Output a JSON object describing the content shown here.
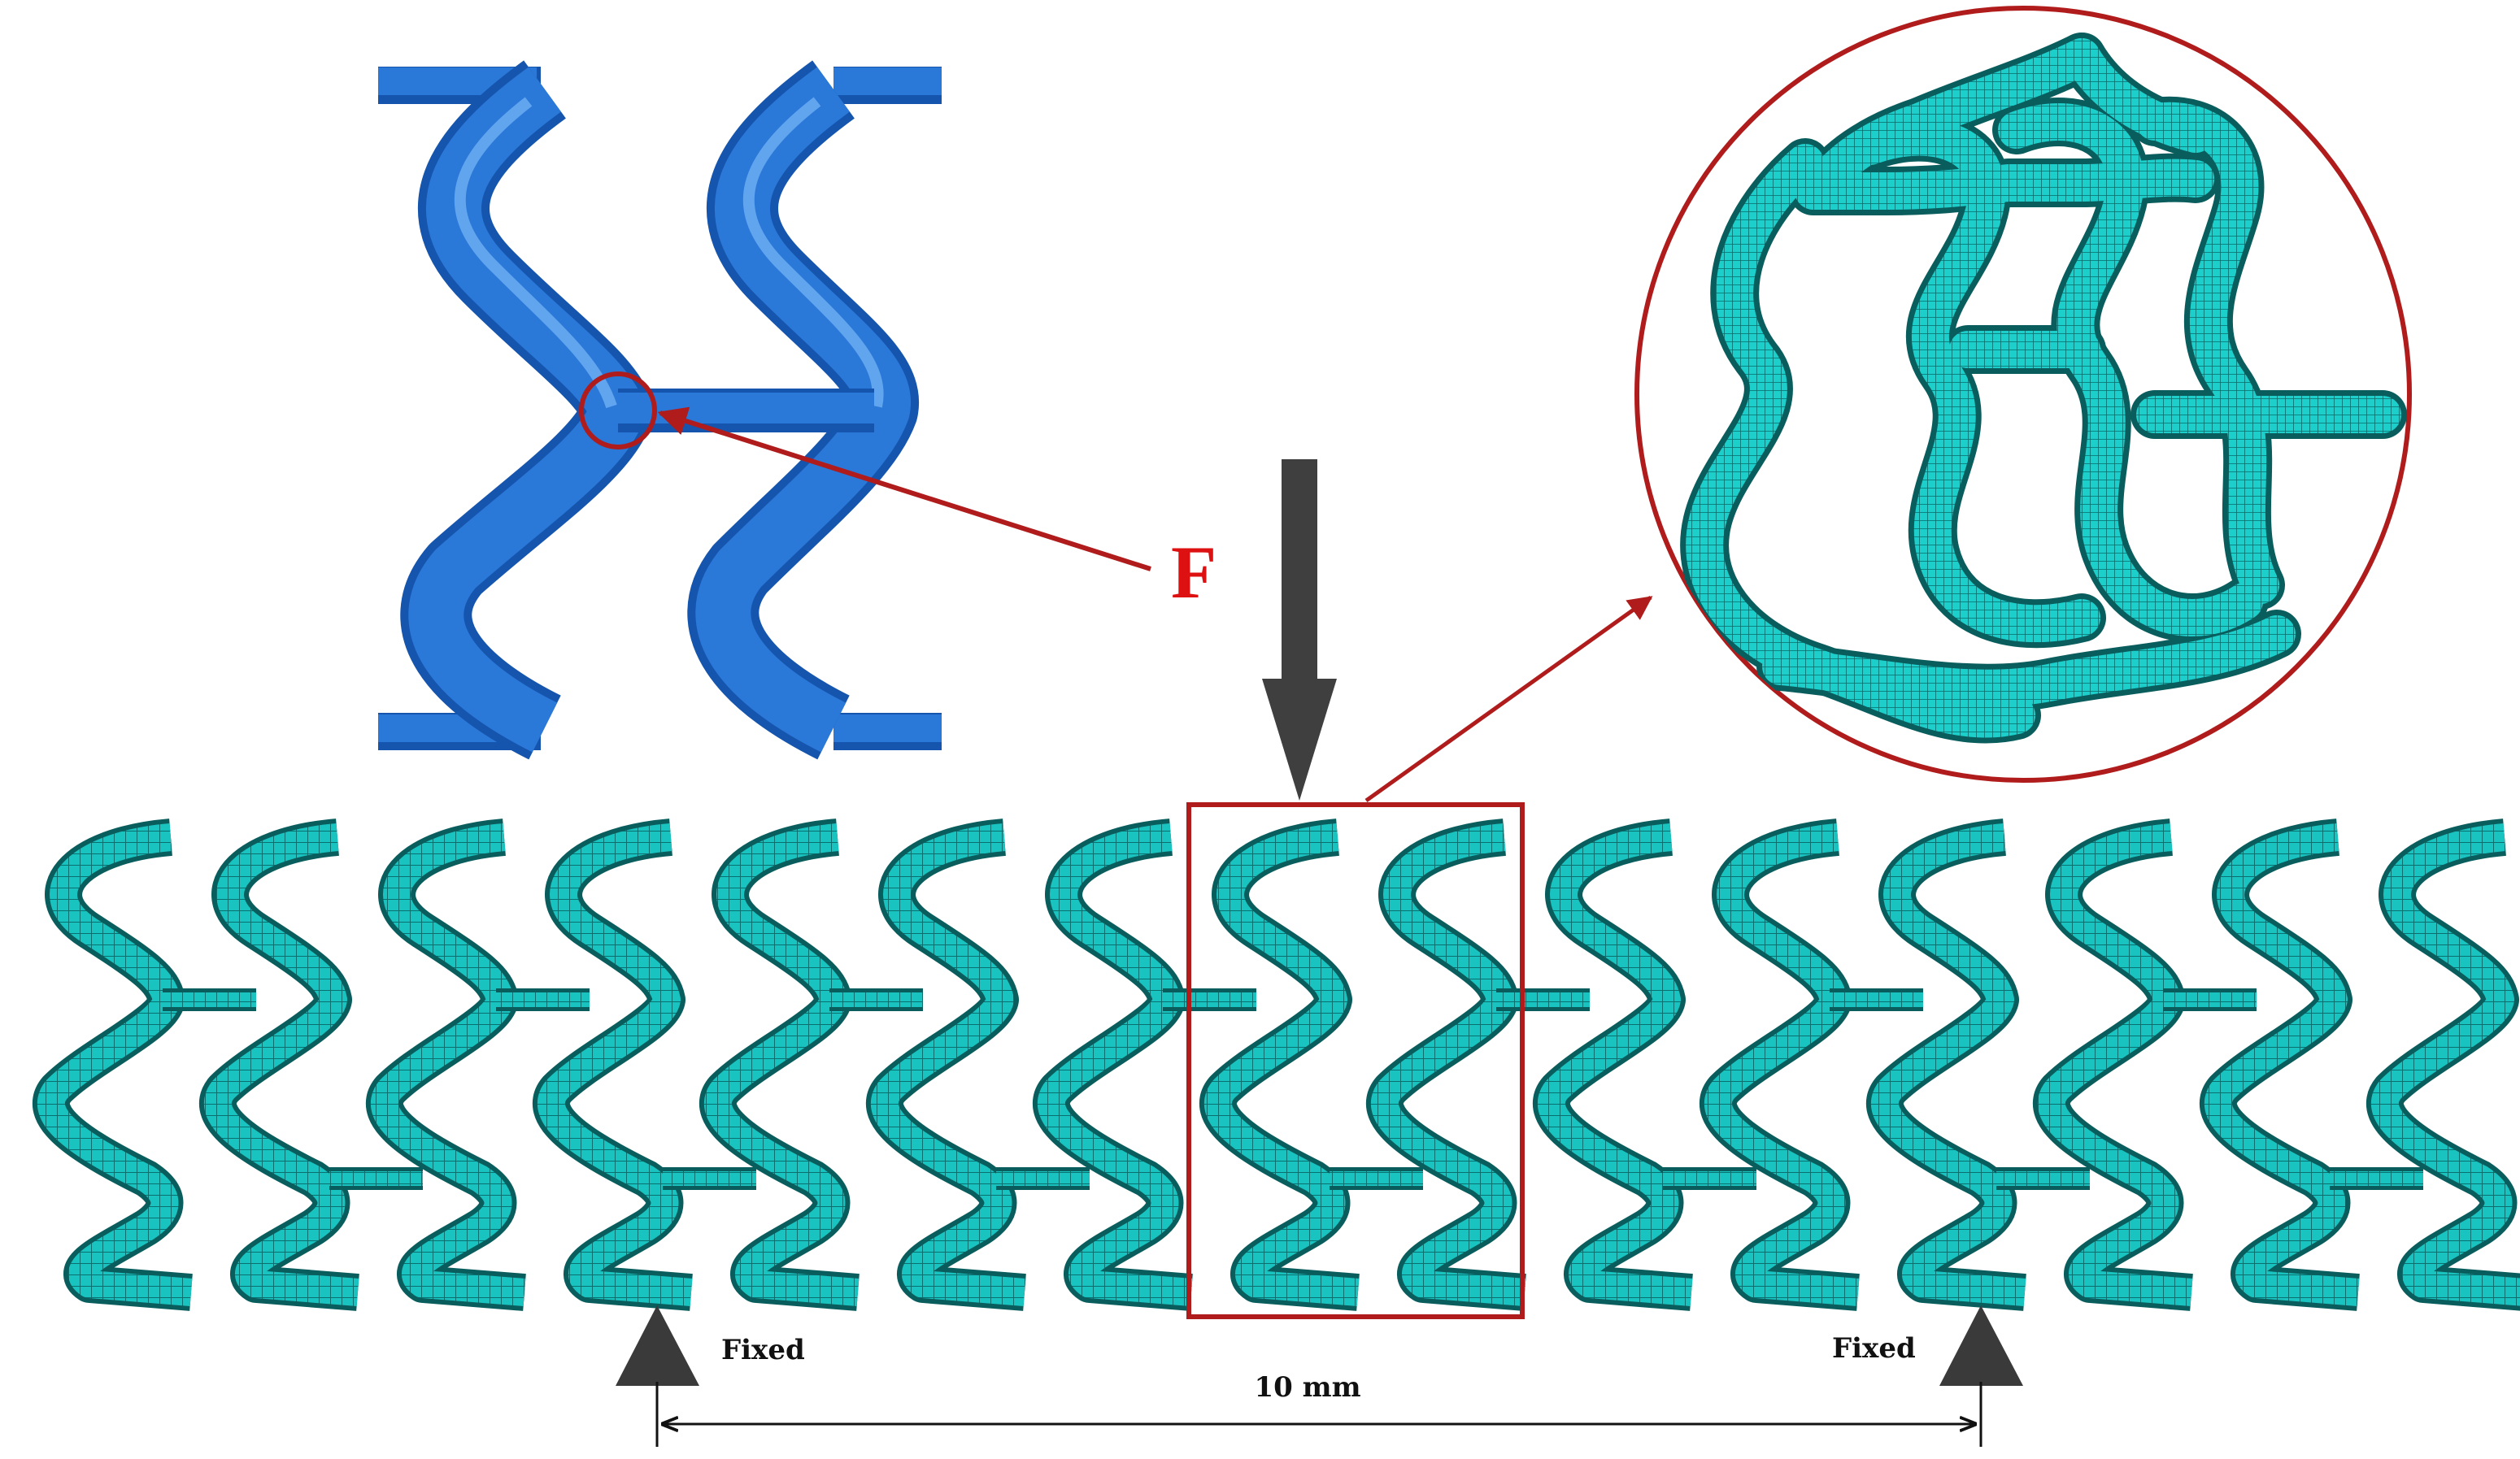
{
  "labels": {
    "force": "F",
    "fixed_left": "Fixed",
    "fixed_right": "Fixed",
    "span": "10 mm"
  },
  "colors": {
    "mesh_fill": "#19c4c0",
    "mesh_stroke": "#0b6f6f",
    "solid_fill": "#2a78d8",
    "solid_edge": "#1555ad",
    "solid_highlight": "#6fb0f5",
    "callout": "#b01c1c",
    "force_label": "#dd1111",
    "arrow": "#3f3f3f",
    "support": "#3a3a3a"
  },
  "icons": {
    "load": "down-arrow-icon",
    "support": "triangle-support-icon"
  }
}
